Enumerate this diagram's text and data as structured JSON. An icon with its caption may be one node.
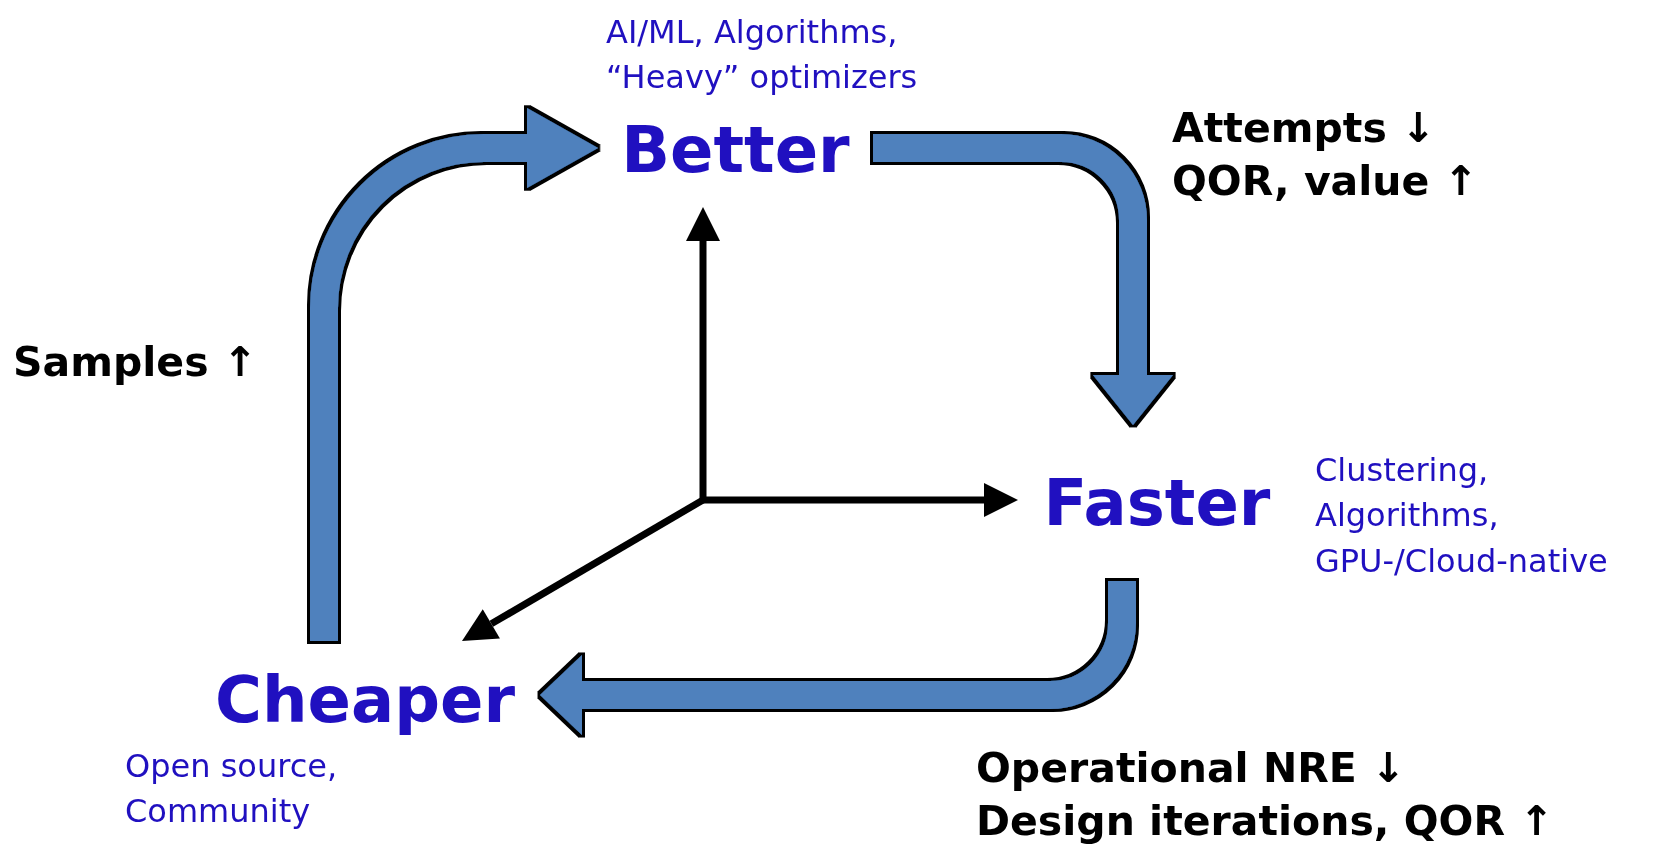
{
  "diagram": {
    "nodes": [
      {
        "text": [
          "Better"
        ],
        "beside": [
          "AI/ML, Algorithms, “Heavy” optimizers"
        ]
      },
      {
        "text": [
          "Faster"
        ],
        "beside": [
          "Clustering, Algorithms, GPU-/Cloud-native"
        ]
      },
      {
        "text": [
          "Cheaper"
        ],
        "beside": [
          "Open source, Community"
        ]
      }
    ],
    "edges": [
      {
        "from": 2,
        "to": 0,
        "arrow": "to",
        "label": "Samples ↑",
        "style": "thick",
        "color": "#4f81bd"
      },
      {
        "from": 0,
        "to": 1,
        "arrow": "to",
        "label": "Attempts ↓ QOR, value ↑",
        "style": "thick",
        "color": "#4f81bd"
      },
      {
        "from": 1,
        "to": 2,
        "arrow": "to",
        "label": "Operational NRE ↓ Design iterations, QOR ↑",
        "style": "thick",
        "color": "#4f81bd"
      },
      {
        "from": null,
        "to": 0,
        "arrow": "to",
        "color": "#000000"
      },
      {
        "from": null,
        "to": 1,
        "arrow": "to",
        "color": "#000000"
      },
      {
        "from": null,
        "to": 2,
        "arrow": "to",
        "color": "#000000"
      }
    ]
  }
}
